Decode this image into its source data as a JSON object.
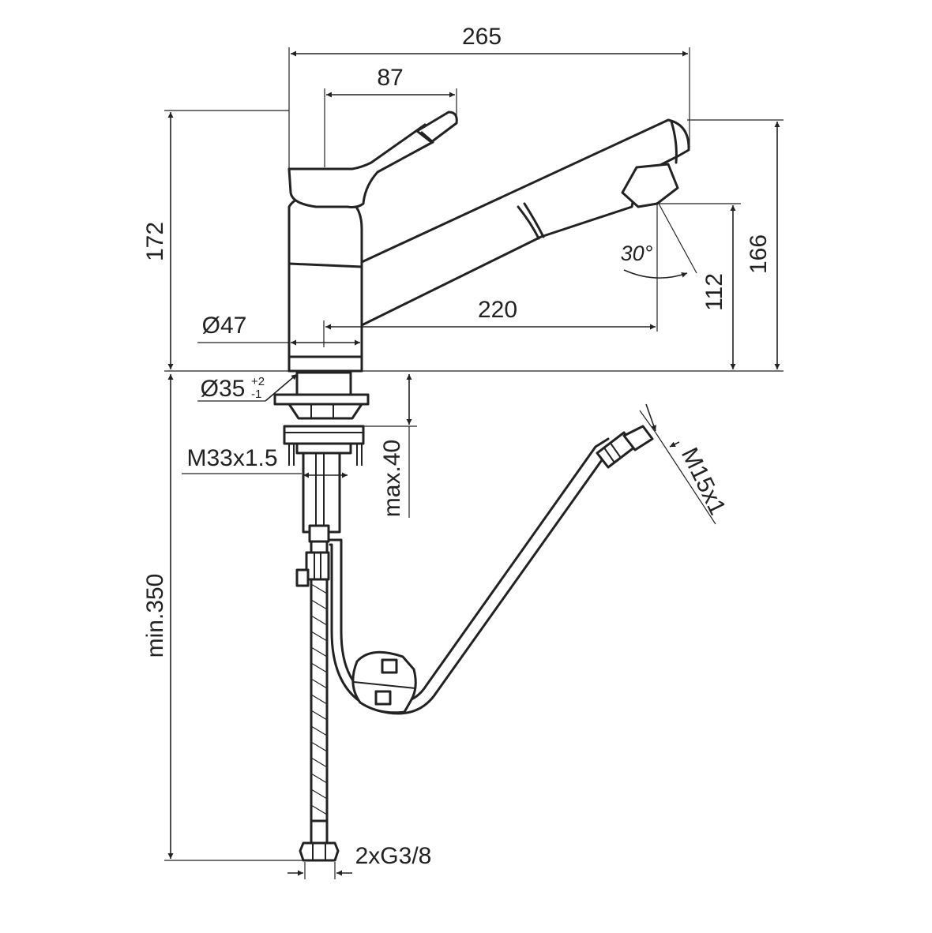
{
  "dimensions": {
    "width_265": "265",
    "lever_87": "87",
    "height_172": "172",
    "height_166": "166",
    "height_112": "112",
    "angle_30": "30°",
    "reach_220": "220",
    "diameter_47": "Ø47",
    "diameter_35": "Ø35",
    "tolerance_upper": "+2",
    "tolerance_lower": "-1",
    "thread_m33": "M33x1.5",
    "max_40": "max.40",
    "min_350": "min.350",
    "thread_m15": "M15x1",
    "connection_g38": "2xG3/8"
  },
  "colors": {
    "line": "#222222",
    "background": "#ffffff"
  }
}
